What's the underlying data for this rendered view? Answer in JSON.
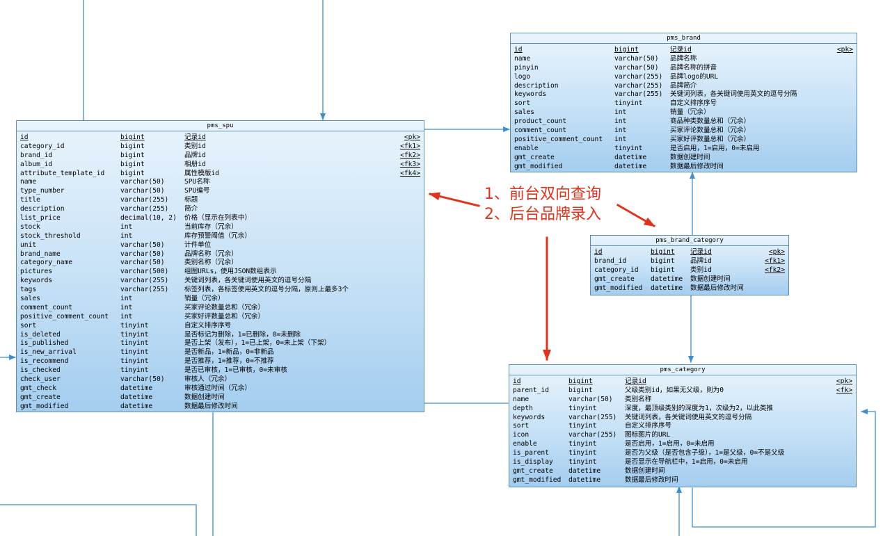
{
  "colors": {
    "connector": "#3d8fcf",
    "annotation": "#e4321a",
    "table_border": "#5a8fb8"
  },
  "annotation": {
    "line1": "1、前台双向查询",
    "line2": "2、后台品牌录入"
  },
  "tables": {
    "spu": {
      "title": "pms_spu",
      "columns": [
        {
          "name": "id",
          "type": "bigint",
          "comment": "记录id",
          "key": "<pk>",
          "pk": true
        },
        {
          "name": "category_id",
          "type": "bigint",
          "comment": "类别id",
          "key": "<fk1>"
        },
        {
          "name": "brand_id",
          "type": "bigint",
          "comment": "品牌id",
          "key": "<fk2>"
        },
        {
          "name": "album_id",
          "type": "bigint",
          "comment": "相册id",
          "key": "<fk3>"
        },
        {
          "name": "attribute_template_id",
          "type": "bigint",
          "comment": "属性模版id",
          "key": "<fk4>"
        },
        {
          "name": "name",
          "type": "varchar(50)",
          "comment": "SPU名称",
          "key": ""
        },
        {
          "name": "type_number",
          "type": "varchar(50)",
          "comment": "SPU编号",
          "key": ""
        },
        {
          "name": "title",
          "type": "varchar(255)",
          "comment": "标题",
          "key": ""
        },
        {
          "name": "description",
          "type": "varchar(255)",
          "comment": "简介",
          "key": ""
        },
        {
          "name": "list_price",
          "type": "decimal(10, 2)",
          "comment": "价格（显示在列表中）",
          "key": ""
        },
        {
          "name": "stock",
          "type": "int",
          "comment": "当前库存（冗余）",
          "key": ""
        },
        {
          "name": "stock_threshold",
          "type": "int",
          "comment": "库存预警阈值（冗余）",
          "key": ""
        },
        {
          "name": "unit",
          "type": "varchar(50)",
          "comment": "计件单位",
          "key": ""
        },
        {
          "name": "brand_name",
          "type": "varchar(50)",
          "comment": "品牌名称（冗余）",
          "key": ""
        },
        {
          "name": "category_name",
          "type": "varchar(50)",
          "comment": "类别名称（冗余）",
          "key": ""
        },
        {
          "name": "pictures",
          "type": "varchar(500)",
          "comment": "组图URLs，使用JSON数组表示",
          "key": ""
        },
        {
          "name": "keywords",
          "type": "varchar(255)",
          "comment": "关键词列表，各关键词使用英文的逗号分隔",
          "key": ""
        },
        {
          "name": "tags",
          "type": "varchar(255)",
          "comment": "标签列表，各标签使用英文的逗号分隔，原则上最多3个",
          "key": ""
        },
        {
          "name": "sales",
          "type": "int",
          "comment": "销量（冗余）",
          "key": ""
        },
        {
          "name": "comment_count",
          "type": "int",
          "comment": "买家评论数量总和（冗余）",
          "key": ""
        },
        {
          "name": "positive_comment_count",
          "type": "int",
          "comment": "买家好评数量总和（冗余）",
          "key": ""
        },
        {
          "name": "sort",
          "type": "tinyint",
          "comment": "自定义排序序号",
          "key": ""
        },
        {
          "name": "is_deleted",
          "type": "tinyint",
          "comment": "是否标记为删除，1=已删除，0=未删除",
          "key": ""
        },
        {
          "name": "is_published",
          "type": "tinyint",
          "comment": "是否上架（发布），1=已上架，0=未上架（下架）",
          "key": ""
        },
        {
          "name": "is_new_arrival",
          "type": "tinyint",
          "comment": "是否新品，1=新品，0=非新品",
          "key": ""
        },
        {
          "name": "is_recommend",
          "type": "tinyint",
          "comment": "是否推荐，1=推荐，0=不推荐",
          "key": ""
        },
        {
          "name": "is_checked",
          "type": "tinyint",
          "comment": "是否已审核，1=已审核，0=未审核",
          "key": ""
        },
        {
          "name": "check_user",
          "type": "varchar(50)",
          "comment": "审核人（冗余）",
          "key": ""
        },
        {
          "name": "gmt_check",
          "type": "datetime",
          "comment": "审核通过时间（冗余）",
          "key": ""
        },
        {
          "name": "gmt_create",
          "type": "datetime",
          "comment": "数据创建时间",
          "key": ""
        },
        {
          "name": "gmt_modified",
          "type": "datetime",
          "comment": "数据最后修改时间",
          "key": ""
        }
      ]
    },
    "brand": {
      "title": "pms_brand",
      "columns": [
        {
          "name": "id",
          "type": "bigint",
          "comment": "记录id",
          "key": "<pk>",
          "pk": true
        },
        {
          "name": "name",
          "type": "varchar(50)",
          "comment": "品牌名称",
          "key": ""
        },
        {
          "name": "pinyin",
          "type": "varchar(50)",
          "comment": "品牌名称的拼音",
          "key": ""
        },
        {
          "name": "logo",
          "type": "varchar(255)",
          "comment": "品牌logo的URL",
          "key": ""
        },
        {
          "name": "description",
          "type": "varchar(255)",
          "comment": "品牌简介",
          "key": ""
        },
        {
          "name": "keywords",
          "type": "varchar(255)",
          "comment": "关键词列表，各关键词使用英文的逗号分隔",
          "key": ""
        },
        {
          "name": "sort",
          "type": "tinyint",
          "comment": "自定义排序序号",
          "key": ""
        },
        {
          "name": "sales",
          "type": "int",
          "comment": "销量（冗余）",
          "key": ""
        },
        {
          "name": "product_count",
          "type": "int",
          "comment": "商品种类数量总和（冗余）",
          "key": ""
        },
        {
          "name": "comment_count",
          "type": "int",
          "comment": "买家评论数量总和（冗余）",
          "key": ""
        },
        {
          "name": "positive_comment_count",
          "type": "int",
          "comment": "买家好评数量总和（冗余）",
          "key": ""
        },
        {
          "name": "enable",
          "type": "tinyint",
          "comment": "是否启用，1=启用，0=未启用",
          "key": ""
        },
        {
          "name": "gmt_create",
          "type": "datetime",
          "comment": "数据创建时间",
          "key": ""
        },
        {
          "name": "gmt_modified",
          "type": "datetime",
          "comment": "数据最后修改时间",
          "key": ""
        }
      ]
    },
    "brand_category": {
      "title": "pms_brand_category",
      "columns": [
        {
          "name": "id",
          "type": "bigint",
          "comment": "记录id",
          "key": "<pk>",
          "pk": true
        },
        {
          "name": "brand_id",
          "type": "bigint",
          "comment": "品牌id",
          "key": "<fk1>"
        },
        {
          "name": "category_id",
          "type": "bigint",
          "comment": "类别id",
          "key": "<fk2>"
        },
        {
          "name": "gmt_create",
          "type": "datetime",
          "comment": "数据创建时间",
          "key": ""
        },
        {
          "name": "gmt_modified",
          "type": "datetime",
          "comment": "数据最后修改时间",
          "key": ""
        }
      ]
    },
    "category": {
      "title": "pms_category",
      "columns": [
        {
          "name": "id",
          "type": "bigint",
          "comment": "记录id",
          "key": "<pk>",
          "pk": true
        },
        {
          "name": "parent_id",
          "type": "bigint",
          "comment": "父级类别id，如果无父级，则为0",
          "key": "<fk>"
        },
        {
          "name": "name",
          "type": "varchar(50)",
          "comment": "类别名称",
          "key": ""
        },
        {
          "name": "depth",
          "type": "tinyint",
          "comment": "深度，最顶级类别的深度为1，次级为2，以此类推",
          "key": ""
        },
        {
          "name": "keywords",
          "type": "varchar(255)",
          "comment": "关键词列表，各关键词使用英文的逗号分隔",
          "key": ""
        },
        {
          "name": "sort",
          "type": "tinyint",
          "comment": "自定义排序序号",
          "key": ""
        },
        {
          "name": "icon",
          "type": "varchar(255)",
          "comment": "图标图片的URL",
          "key": ""
        },
        {
          "name": "enable",
          "type": "tinyint",
          "comment": "是否启用，1=启用，0=未启用",
          "key": ""
        },
        {
          "name": "is_parent",
          "type": "tinyint",
          "comment": "是否为父级（是否包含子级），1=是父级，0=不是父级",
          "key": ""
        },
        {
          "name": "is_display",
          "type": "tinyint",
          "comment": "是否显示在导航栏中，1=启用，0=未启用",
          "key": ""
        },
        {
          "name": "gmt_create",
          "type": "datetime",
          "comment": "数据创建时间",
          "key": ""
        },
        {
          "name": "gmt_modified",
          "type": "datetime",
          "comment": "数据最后修改时间",
          "key": ""
        }
      ]
    }
  }
}
